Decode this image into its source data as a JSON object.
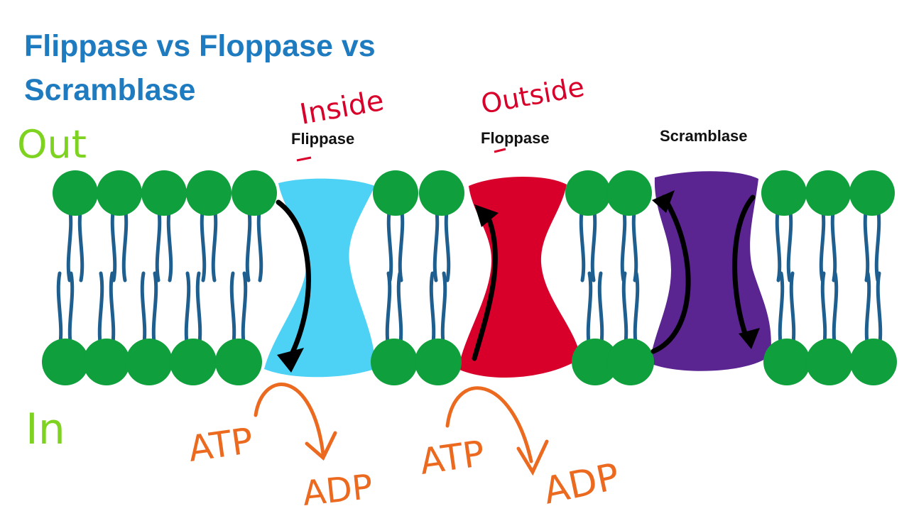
{
  "title": "Flippase vs Floppase vs Scramblase",
  "side_labels": {
    "out": "Out",
    "in": "In"
  },
  "proteins": [
    {
      "name": "Flippase",
      "direction": "Inside",
      "color": "#4dd2f5",
      "energy_in": "ATP",
      "energy_out": "ADP"
    },
    {
      "name": "Floppase",
      "direction": "Outside",
      "color": "#d8002a",
      "energy_in": "ATP",
      "energy_out": "ADP"
    },
    {
      "name": "Scramblase",
      "color": "#5a2590"
    }
  ],
  "colors": {
    "title": "#1f7bbf",
    "head": "#0f9f3c",
    "tail": "#1f5f8f",
    "out_in_label": "#7ed321",
    "direction_label": "#d8002a",
    "energy": "#ec6a1f",
    "arrow": "#000000"
  }
}
